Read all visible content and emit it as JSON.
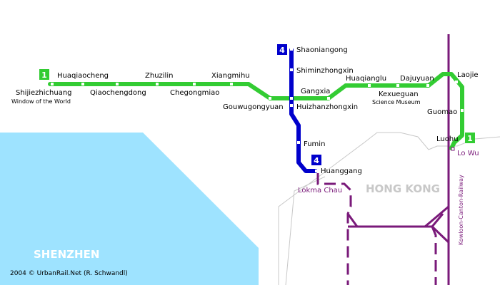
{
  "colors": {
    "line1": "#33cc33",
    "line4": "#0000cc",
    "rail": "#7a1a7a",
    "sea": "#9ee3ff",
    "border": "#c8c8c8",
    "hk_label": "#c8c8c8",
    "region_label": "#ffffff"
  },
  "lines": {
    "line1": {
      "badge": "1"
    },
    "line4": {
      "badge": "4"
    }
  },
  "stations": {
    "shijiezhichuang": {
      "name": "Shijiezhichuang",
      "subtitle": "Window of the World"
    },
    "huaqiaocheng": {
      "name": "Huaqiaocheng"
    },
    "qiaochengdong": {
      "name": "Qiaochengdong"
    },
    "zhuzilin": {
      "name": "Zhuzilin"
    },
    "chegongmiao": {
      "name": "Chegongmiao"
    },
    "xiangmihu": {
      "name": "Xiangmihu"
    },
    "gouwugongyuan": {
      "name": "Gouwugongyuan"
    },
    "shaoniangong": {
      "name": "Shaoniangong"
    },
    "shiminzhongxin": {
      "name": "Shiminzhongxin"
    },
    "gangxia": {
      "name": "Gangxia"
    },
    "huizhanzhongxin": {
      "name": "Huizhanzhongxin"
    },
    "huaqianglu": {
      "name": "Huaqianglu"
    },
    "kexueguan": {
      "name": "Kexueguan",
      "subtitle": "Science Museum"
    },
    "dajuyuan": {
      "name": "Dajuyuan"
    },
    "laojie": {
      "name": "Laojie"
    },
    "guomao": {
      "name": "Guomao"
    },
    "luohu": {
      "name": "Luohu"
    },
    "fumin": {
      "name": "Fumin"
    },
    "huanggang": {
      "name": "Huanggang"
    }
  },
  "hk_stations": {
    "lo_wu": "Lo Wu",
    "lokma_chau": "Lokma Chau"
  },
  "rail": {
    "name": "Kowloon-Canton-Railway"
  },
  "regions": {
    "hong_kong": "HONG KONG",
    "shenzhen": "SHENZHEN"
  },
  "credit": "2004 © UrbanRail.Net (R. Schwandl)"
}
